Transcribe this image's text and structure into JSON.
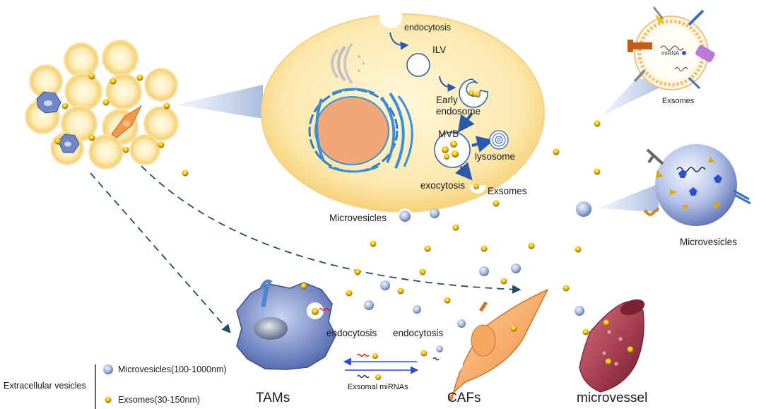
{
  "labels": {
    "endocytosis": "endocytosis",
    "ilv": "ILV",
    "early_endosome_1": "Early",
    "early_endosome_2": "endosome",
    "mvb": "MVB",
    "lysosome": "lysosome",
    "exocytosis": "exocytosis",
    "exsomes_cell": "Exsomes",
    "microvesicles_cell": "Microvesicles",
    "exsomes_zoom": "Exsomes",
    "mirna": "miRNA",
    "microvesicles_zoom": "Microvesicles",
    "endocytosis_tams": "endocytosis",
    "endocytosis_cafs": "endocytosis",
    "exosomal_mirnas": "Exsomal miRNAs",
    "tams": "TAMs",
    "cafs": "CAFs",
    "microvessel": "microvessel"
  },
  "legend": {
    "title": "Extracellular vesicles",
    "microvesicles": "Microvesicles(100-1000nm)",
    "exosomes": "Exsomes(30-150nm)"
  },
  "colors": {
    "exosome_yellow": "#f2c200",
    "exosome_dark": "#6b4a00",
    "microvesicle_blue": "#a8b8e0",
    "cell_cream": "#fbe6a8",
    "nucleus_orange": "#f0a878",
    "er_blue": "#3a8fd8",
    "tam_blue": "#6f86c8",
    "caf_orange": "#f29a4a",
    "vessel_red": "#8c2a3e",
    "arrow_blue": "#2a4fd0",
    "dashed_teal": "#1d4d5e"
  }
}
